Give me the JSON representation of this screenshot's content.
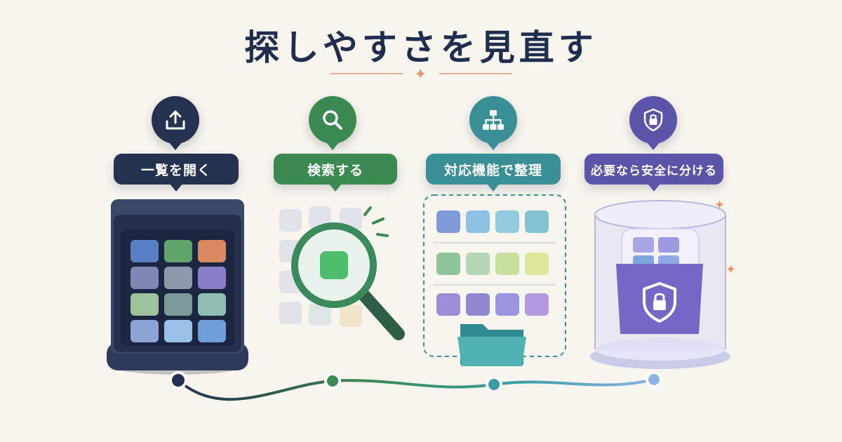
{
  "title": "探しやすさを見直す",
  "steps": [
    {
      "label": "一覧を開く",
      "icon": "upload-tray-icon",
      "color": "#25324f"
    },
    {
      "label": "検索する",
      "icon": "search-icon",
      "color": "#3b8a52"
    },
    {
      "label": "対応機能で整理",
      "icon": "hierarchy-icon",
      "color": "#3a8e95"
    },
    {
      "label": "必要なら安全に分ける",
      "icon": "shield-lock-icon",
      "color": "#5a55a8"
    }
  ]
}
